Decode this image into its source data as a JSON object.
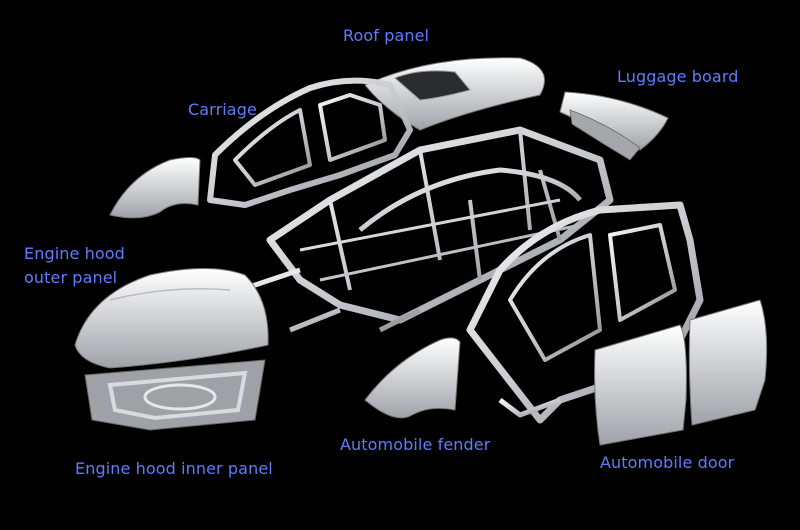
{
  "labels": {
    "roof_panel": "Roof panel",
    "luggage_board": "Luggage board",
    "carriage": "Carriage",
    "engine_hood_outer_line1": "Engine hood",
    "engine_hood_outer_line2": "outer panel",
    "automobile_fender": "Automobile fender",
    "automobile_door": "Automobile door",
    "engine_hood_inner_panel": "Engine hood inner panel"
  },
  "colors": {
    "background": "#000000",
    "label_text": "#5f7cff",
    "metal_light": "#e4e6e8",
    "metal_dark": "#8a8d91"
  }
}
